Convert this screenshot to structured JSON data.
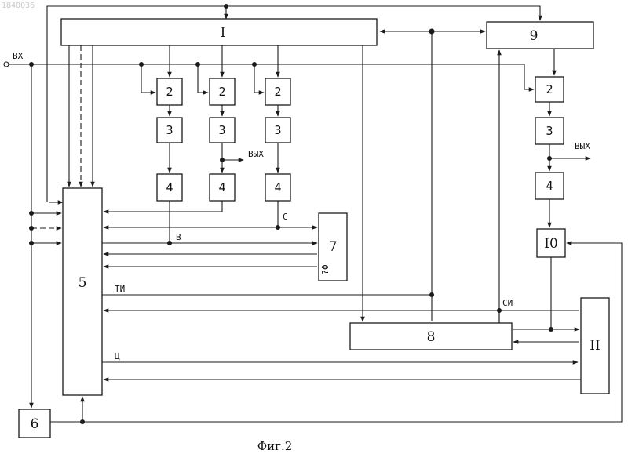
{
  "doc_ref": "1840036",
  "caption": "Фиг.2",
  "blocks": {
    "b1": "I",
    "b9": "9",
    "b2": "2",
    "b3": "3",
    "b4": "4",
    "b5": "5",
    "b6": "6",
    "b7": "7",
    "b7_glyph": "?Φ",
    "b8": "8",
    "b10": "I0",
    "b11": "II"
  },
  "signals": {
    "input": "ВХ",
    "output": "ВЫХ",
    "b": "В",
    "c": "С",
    "ti": "ТИ",
    "ts": "Ц",
    "si": "СИ"
  }
}
